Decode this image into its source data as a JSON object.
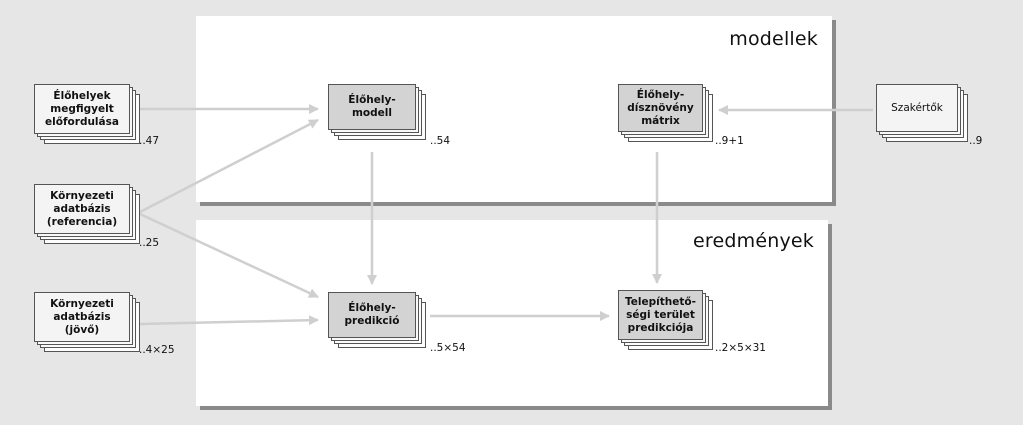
{
  "panels": {
    "models_title": "modellek",
    "results_title": "eredmények"
  },
  "nodes": {
    "observed_habitats": {
      "label_lines": [
        "Élőhelyek",
        "megfigyelt",
        "előfordulása"
      ],
      "count": "..47"
    },
    "env_db_reference": {
      "label_lines": [
        "Környezeti",
        "adatbázis",
        "(referencia)"
      ],
      "count": "..25"
    },
    "env_db_future": {
      "label_lines": [
        "Környezeti",
        "adatbázis",
        "(jövő)"
      ],
      "count": "..4×25"
    },
    "habitat_model": {
      "label_lines": [
        "Élőhely-",
        "modell"
      ],
      "count": "..54"
    },
    "habitat_plant_matrix": {
      "label_lines": [
        "Élőhely-",
        "dísznövény",
        "mátrix"
      ],
      "count": "..9+1"
    },
    "experts": {
      "label_lines": [
        "Szakértők"
      ],
      "count": "..9"
    },
    "habitat_prediction": {
      "label_lines": [
        "Élőhely-",
        "predikció"
      ],
      "count": "..5×54"
    },
    "plantable_area_prediction": {
      "label_lines": [
        "Telepíthető-",
        "ségi terület",
        "predikciója"
      ],
      "count": "..2×5×31"
    }
  },
  "colors": {
    "background": "#e6e6e6",
    "panel": "#ffffff",
    "panel_shadow": "#8a8a8a",
    "arrow": "#cfcfcf",
    "model_box": "#d3d3d3"
  }
}
